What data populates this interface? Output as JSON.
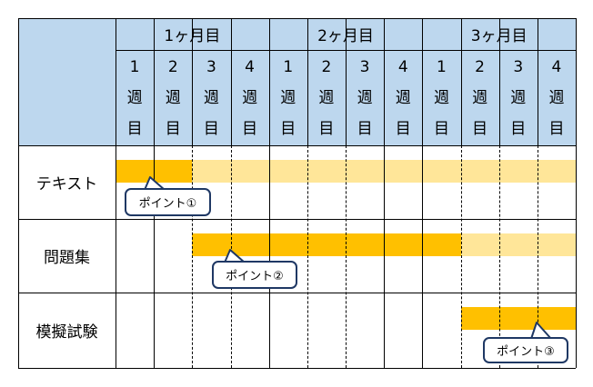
{
  "header": {
    "months": [
      "1ヶ月目",
      "2ヶ月目",
      "3ヶ月目"
    ],
    "weeks": [
      [
        "1",
        "週",
        "目"
      ],
      [
        "2",
        "週",
        "目"
      ],
      [
        "3",
        "週",
        "目"
      ],
      [
        "4",
        "週",
        "目"
      ],
      [
        "1",
        "週",
        "目"
      ],
      [
        "2",
        "週",
        "目"
      ],
      [
        "3",
        "週",
        "目"
      ],
      [
        "4",
        "週",
        "目"
      ],
      [
        "1",
        "週",
        "目"
      ],
      [
        "2",
        "週",
        "目"
      ],
      [
        "3",
        "週",
        "目"
      ],
      [
        "4",
        "週",
        "目"
      ]
    ]
  },
  "rows": [
    {
      "label": "テキスト",
      "main_weeks": [
        1,
        2
      ],
      "followup_weeks": [
        3,
        12
      ],
      "callout": "ポイント①"
    },
    {
      "label": "問題集",
      "main_weeks": [
        3,
        9
      ],
      "followup_weeks": [
        10,
        12
      ],
      "callout": "ポイント②"
    },
    {
      "label": "模擬試験",
      "main_weeks": [
        10,
        12
      ],
      "followup_weeks": null,
      "callout": "ポイント③"
    }
  ],
  "colors": {
    "header": "#bdd7ee",
    "main": "#ffc000",
    "followup": "#ffe699",
    "callout_border": "#1f3864"
  }
}
